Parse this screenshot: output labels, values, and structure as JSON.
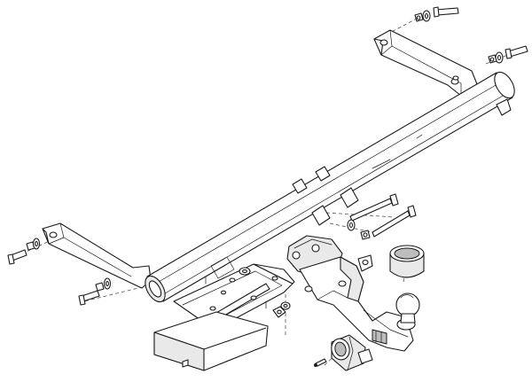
{
  "diagram": {
    "kind": "exploded-assembly",
    "colors": {
      "line": "#1a1a1a",
      "fill": "#ffffff",
      "shade": "#e9e9e9",
      "dark": "#bdbdbd",
      "background": "#ffffff"
    },
    "parts": [
      "crossbar-tube",
      "left-side-arm",
      "right-side-arm",
      "tow-ball-neck",
      "tow-ball",
      "ball-cover",
      "socket-mount-plate",
      "electrical-socket",
      "control-module-box",
      "mounting-bracket",
      "bolts",
      "washers",
      "nuts"
    ]
  }
}
